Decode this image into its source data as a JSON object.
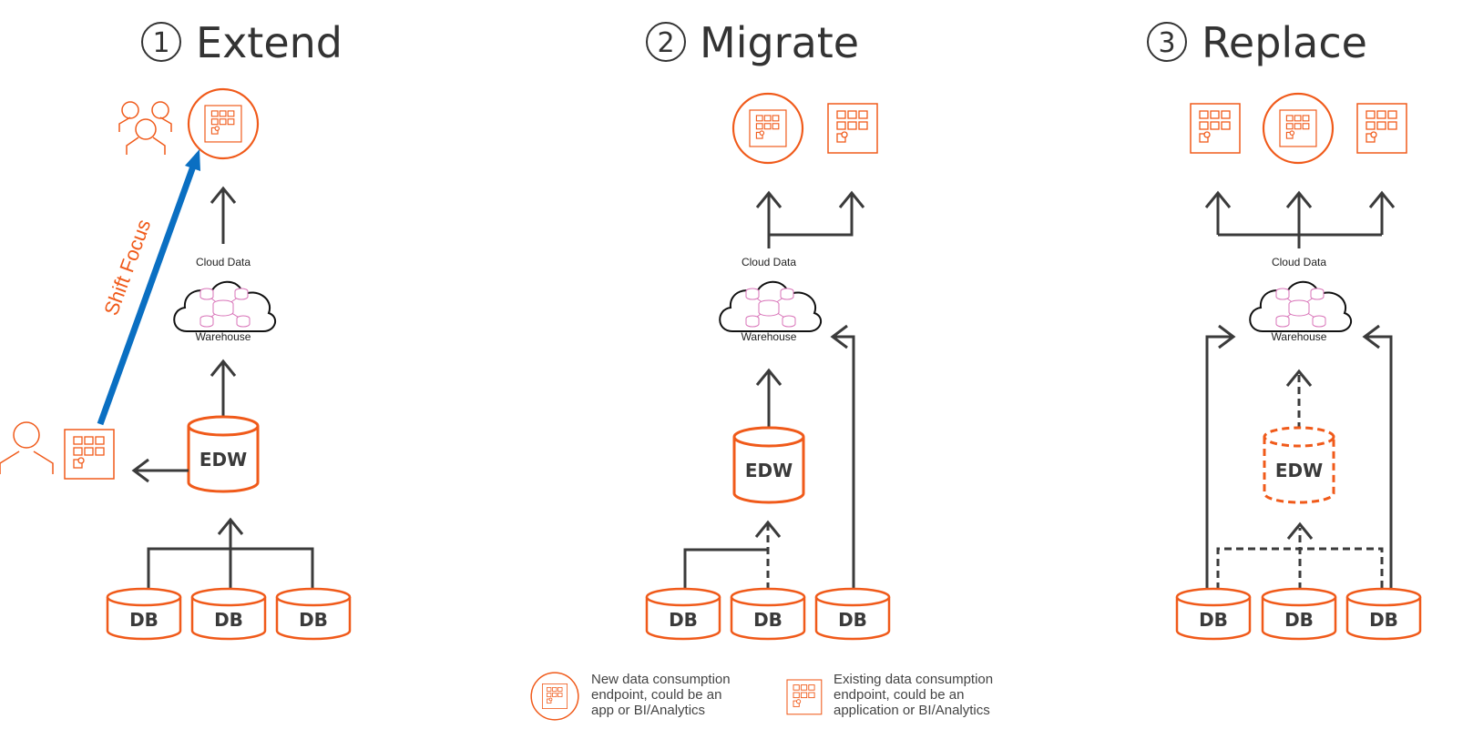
{
  "colors": {
    "accent": "#f05a1a",
    "arrow": "#3b3b3b",
    "shift_arrow": "#0a6fc2",
    "cloud_icon": "#d873b8",
    "text": "#333333"
  },
  "panels": [
    {
      "number": "1",
      "title": "Extend"
    },
    {
      "number": "2",
      "title": "Migrate"
    },
    {
      "number": "3",
      "title": "Replace"
    }
  ],
  "labels": {
    "cloud_top": "Cloud Data",
    "cloud_bottom": "Warehouse",
    "edw": "EDW",
    "db": "DB",
    "shift_focus": "Shift Focus"
  },
  "legend": [
    {
      "icon": "new-endpoint-icon",
      "lines": [
        "New data consumption",
        "endpoint, could be an",
        "app or BI/Analytics"
      ]
    },
    {
      "icon": "existing-endpoint-icon",
      "lines": [
        "Existing data consumption",
        "endpoint, could be an",
        "application or BI/Analytics"
      ]
    }
  ]
}
